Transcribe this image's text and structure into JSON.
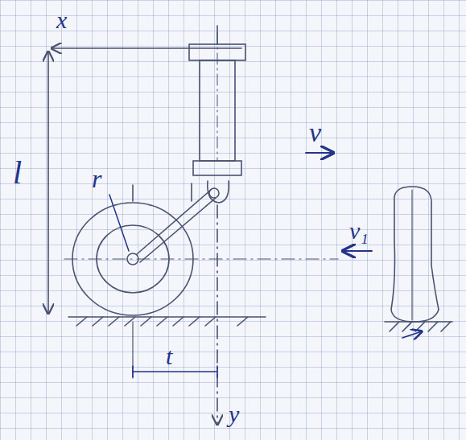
{
  "diagram": {
    "labels": [
      "x",
      "l",
      "r",
      "v",
      "v₁",
      "t",
      "y"
    ]
  }
}
